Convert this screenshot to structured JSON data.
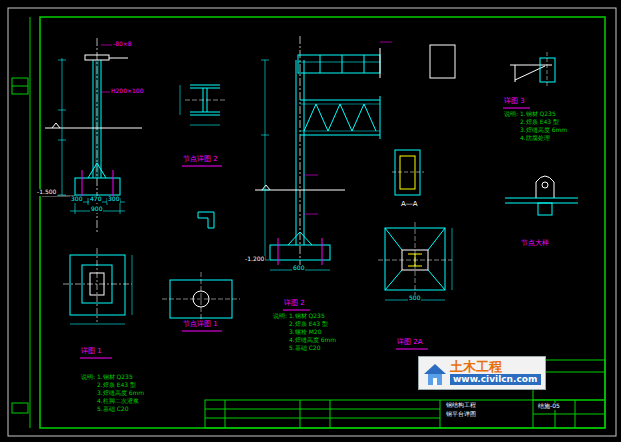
{
  "diagram": {
    "nodes": [
      {
        "text": [
          "土木工程",
          "www.civilcn.com"
        ]
      }
    ],
    "labels": [
      "-1.500",
      "300",
      "470",
      "300",
      "900",
      "详图 1",
      "说明: 1.钢材 Q235",
      "2.焊条 E43 型",
      "3.焊缝高度 6mm",
      "4.柱脚二次灌浆",
      "5.基础 C20",
      "节点详图 2",
      "节点详图 1",
      "-1.200",
      "详图 2",
      "说明: 1.钢材 Q235",
      "2.焊条 E43 型",
      "3.螺栓 M20",
      "4.焊缝高度 6mm",
      "5.基础 C20",
      "A—A",
      "详图 2A",
      "详图 3",
      "说明: 1.钢材 Q235",
      "2.焊条 E43 型",
      "3.焊缝高度 6mm",
      "4.防腐处理",
      "节点大样",
      "钢结构工程",
      "钢平台详图",
      "结施-05",
      "600",
      "500",
      "-80×8",
      "H200×100"
    ]
  }
}
